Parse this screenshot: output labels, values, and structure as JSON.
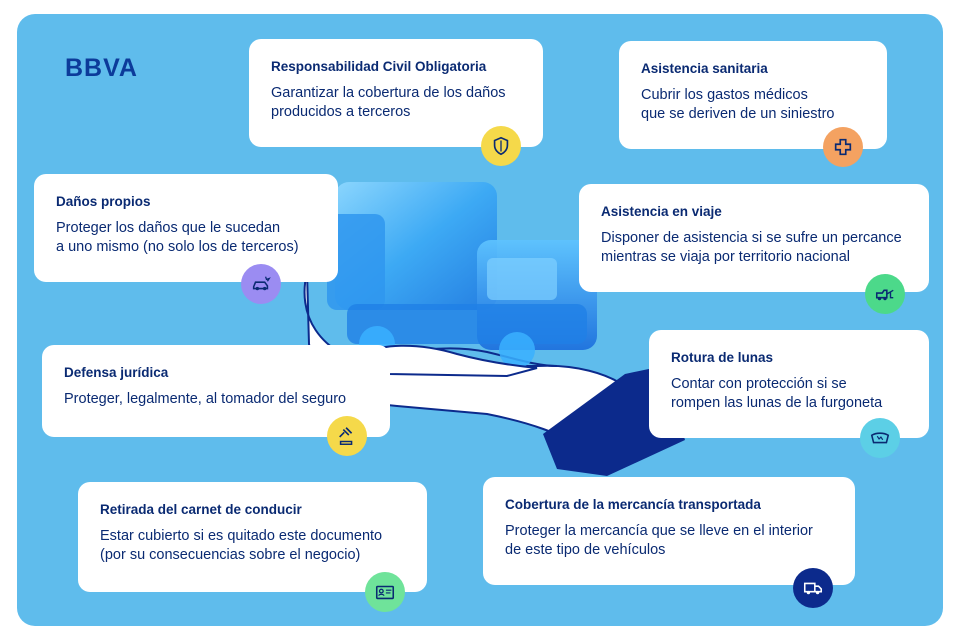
{
  "brand": {
    "logo_text": "BBVA"
  },
  "cards": [
    {
      "id": "rc",
      "title": "Responsabilidad Civil Obligatoria",
      "desc_lines": [
        "Garantizar la cobertura de los daños",
        "producidos a terceros"
      ],
      "icon": "shield-icon",
      "badge_color": "#f5d94a"
    },
    {
      "id": "as",
      "title": "Asistencia sanitaria",
      "desc_lines": [
        "Cubrir los gastos médicos",
        "que se deriven de un siniestro"
      ],
      "icon": "medical-cross-icon",
      "badge_color": "#f4a261"
    },
    {
      "id": "dp",
      "title": "Daños propios",
      "desc_lines": [
        "Proteger los daños que le sucedan",
        "a uno mismo (no solo los de terceros)"
      ],
      "icon": "car-crash-icon",
      "badge_color": "#9b8cf2"
    },
    {
      "id": "av",
      "title": "Asistencia en viaje",
      "desc_lines": [
        "Disponer de asistencia si se sufre un percance",
        "mientras se viaja por territorio nacional"
      ],
      "icon": "tow-truck-icon",
      "badge_color": "#4cd98a"
    },
    {
      "id": "dj",
      "title": "Defensa jurídica",
      "desc_lines": [
        "Proteger, legalmente, al tomador del seguro"
      ],
      "icon": "gavel-icon",
      "badge_color": "#f5d94a"
    },
    {
      "id": "rl",
      "title": "Rotura de lunas",
      "desc_lines": [
        "Contar con protección si se",
        "rompen las lunas de la furgoneta"
      ],
      "icon": "windshield-icon",
      "badge_color": "#5ccfe6"
    },
    {
      "id": "rcc",
      "title": "Retirada del carnet de conducir",
      "desc_lines": [
        "Estar cubierto si es quitado este documento",
        "(por su consecuencias sobre el negocio)"
      ],
      "icon": "id-card-icon",
      "badge_color": "#6fe39a"
    },
    {
      "id": "cm",
      "title": "Cobertura de la mercancía transportada",
      "desc_lines": [
        "Proteger la mercancía que se lleve en el interior",
        "de este tipo de vehículos"
      ],
      "icon": "delivery-van-icon",
      "badge_color": "#0c2a8c"
    }
  ]
}
